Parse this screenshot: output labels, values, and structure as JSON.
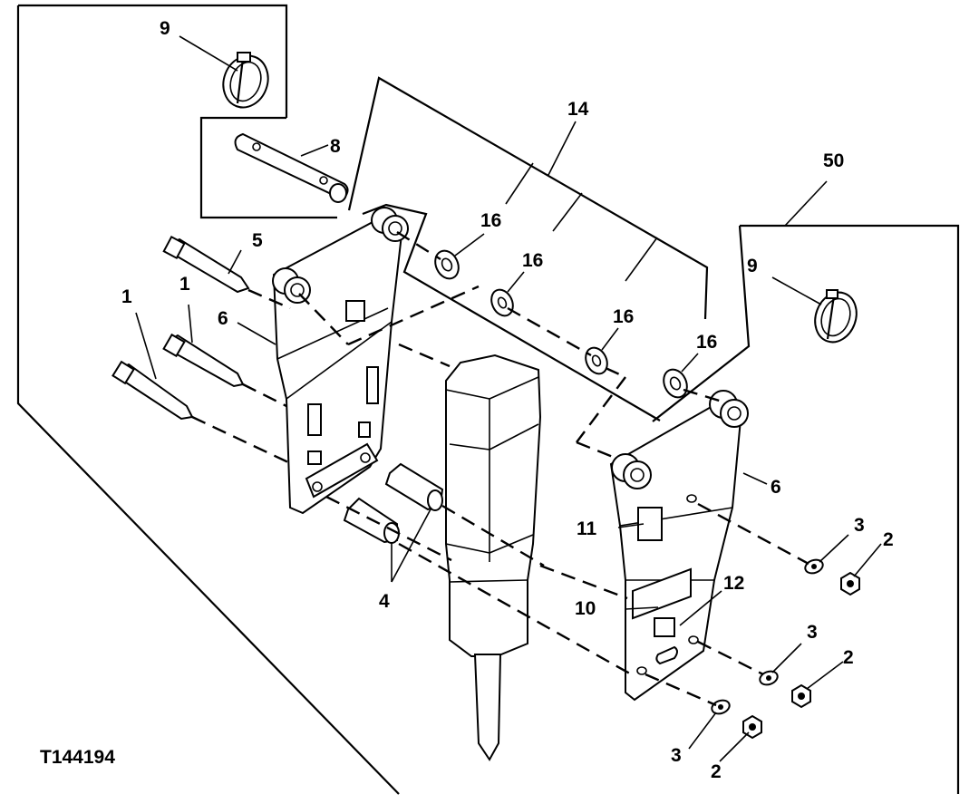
{
  "figure_id": "T144194",
  "callouts": {
    "c9a": "9",
    "c8": "8",
    "c14": "14",
    "c50": "50",
    "c5": "5",
    "c1a": "1",
    "c1b": "1",
    "c6a": "6",
    "c16a": "16",
    "c16b": "16",
    "c16c": "16",
    "c16d": "16",
    "c9b": "9",
    "c6b": "6",
    "c11": "11",
    "c10": "10",
    "c12": "12",
    "c4": "4",
    "c3a": "3",
    "c2a": "2",
    "c3b": "3",
    "c2b": "2",
    "c3c": "3",
    "c2c": "2"
  },
  "colors": {
    "line": "#000000",
    "background": "#ffffff"
  }
}
